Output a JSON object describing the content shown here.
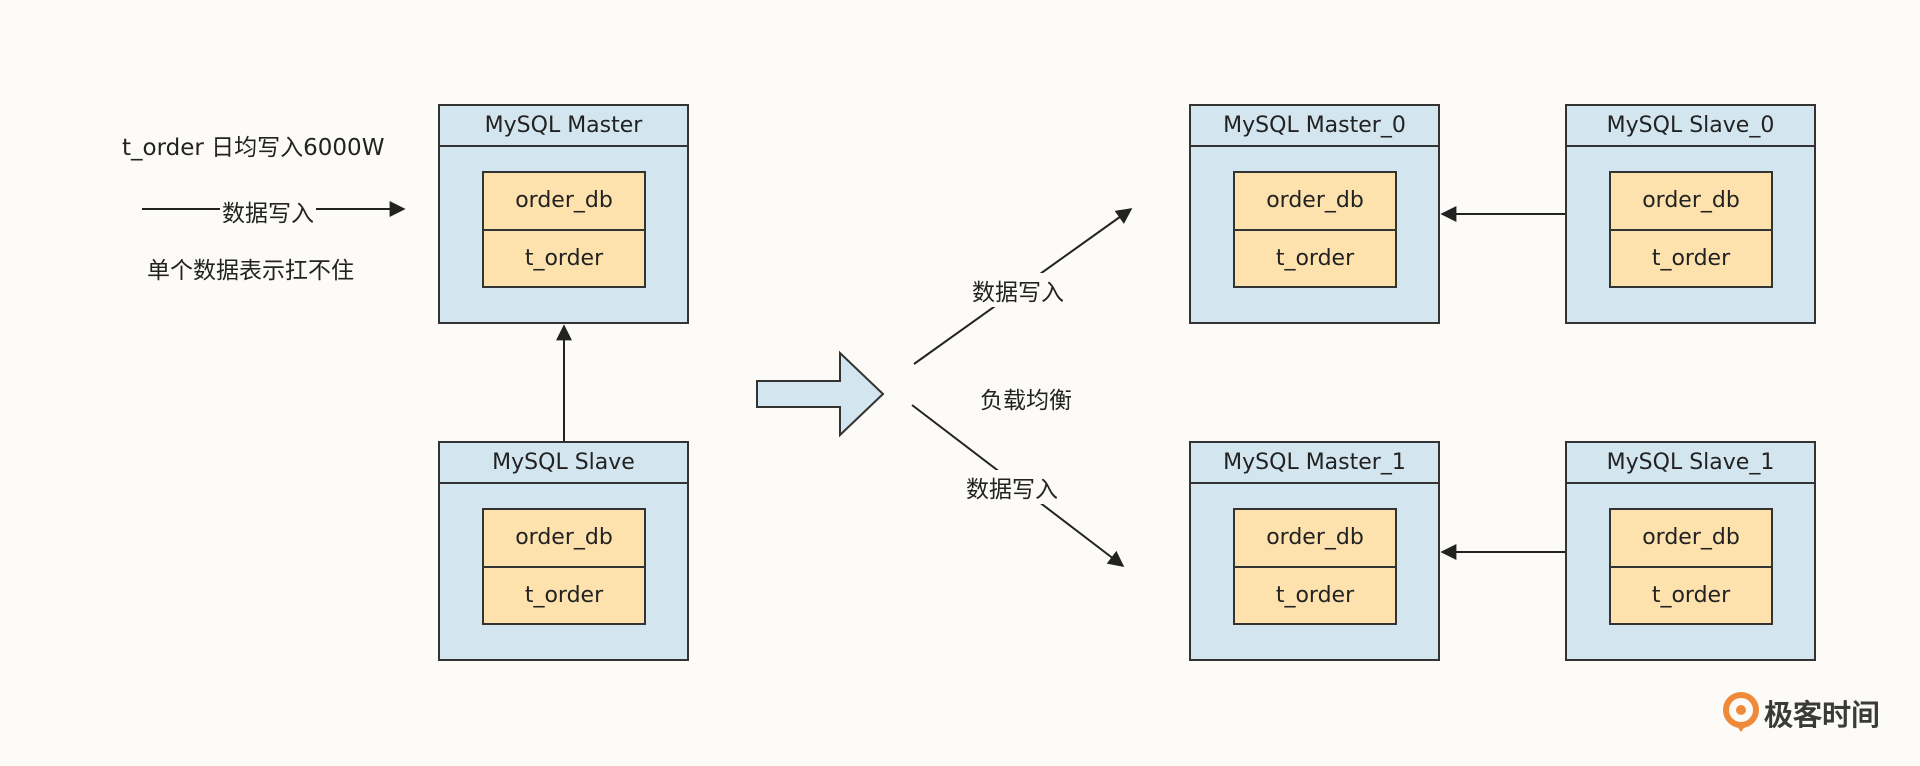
{
  "left": {
    "annotation_top": "t_order 日均写入6000W",
    "arrow_label": "数据写入",
    "annotation_bottom": "单个数据表示扛不住"
  },
  "servers": {
    "master": {
      "title": "MySQL Master",
      "db": "order_db",
      "table": "t_order"
    },
    "slave": {
      "title": "MySQL Slave",
      "db": "order_db",
      "table": "t_order"
    },
    "master_0": {
      "title": "MySQL Master_0",
      "db": "order_db",
      "table": "t_order"
    },
    "slave_0": {
      "title": "MySQL Slave_0",
      "db": "order_db",
      "table": "t_order"
    },
    "master_1": {
      "title": "MySQL Master_1",
      "db": "order_db",
      "table": "t_order"
    },
    "slave_1": {
      "title": "MySQL Slave_1",
      "db": "order_db",
      "table": "t_order"
    }
  },
  "middle": {
    "write_upper": "数据写入",
    "load_balance": "负载均衡",
    "write_lower": "数据写入"
  },
  "brand": {
    "name": "极客时间",
    "icon": "geektime-logo-icon",
    "accent": "#f08a3b"
  },
  "colors": {
    "server_fill": "#d3e6ef",
    "table_fill": "#fde2ad",
    "stroke": "#333333",
    "background": "#fcfbf7"
  }
}
